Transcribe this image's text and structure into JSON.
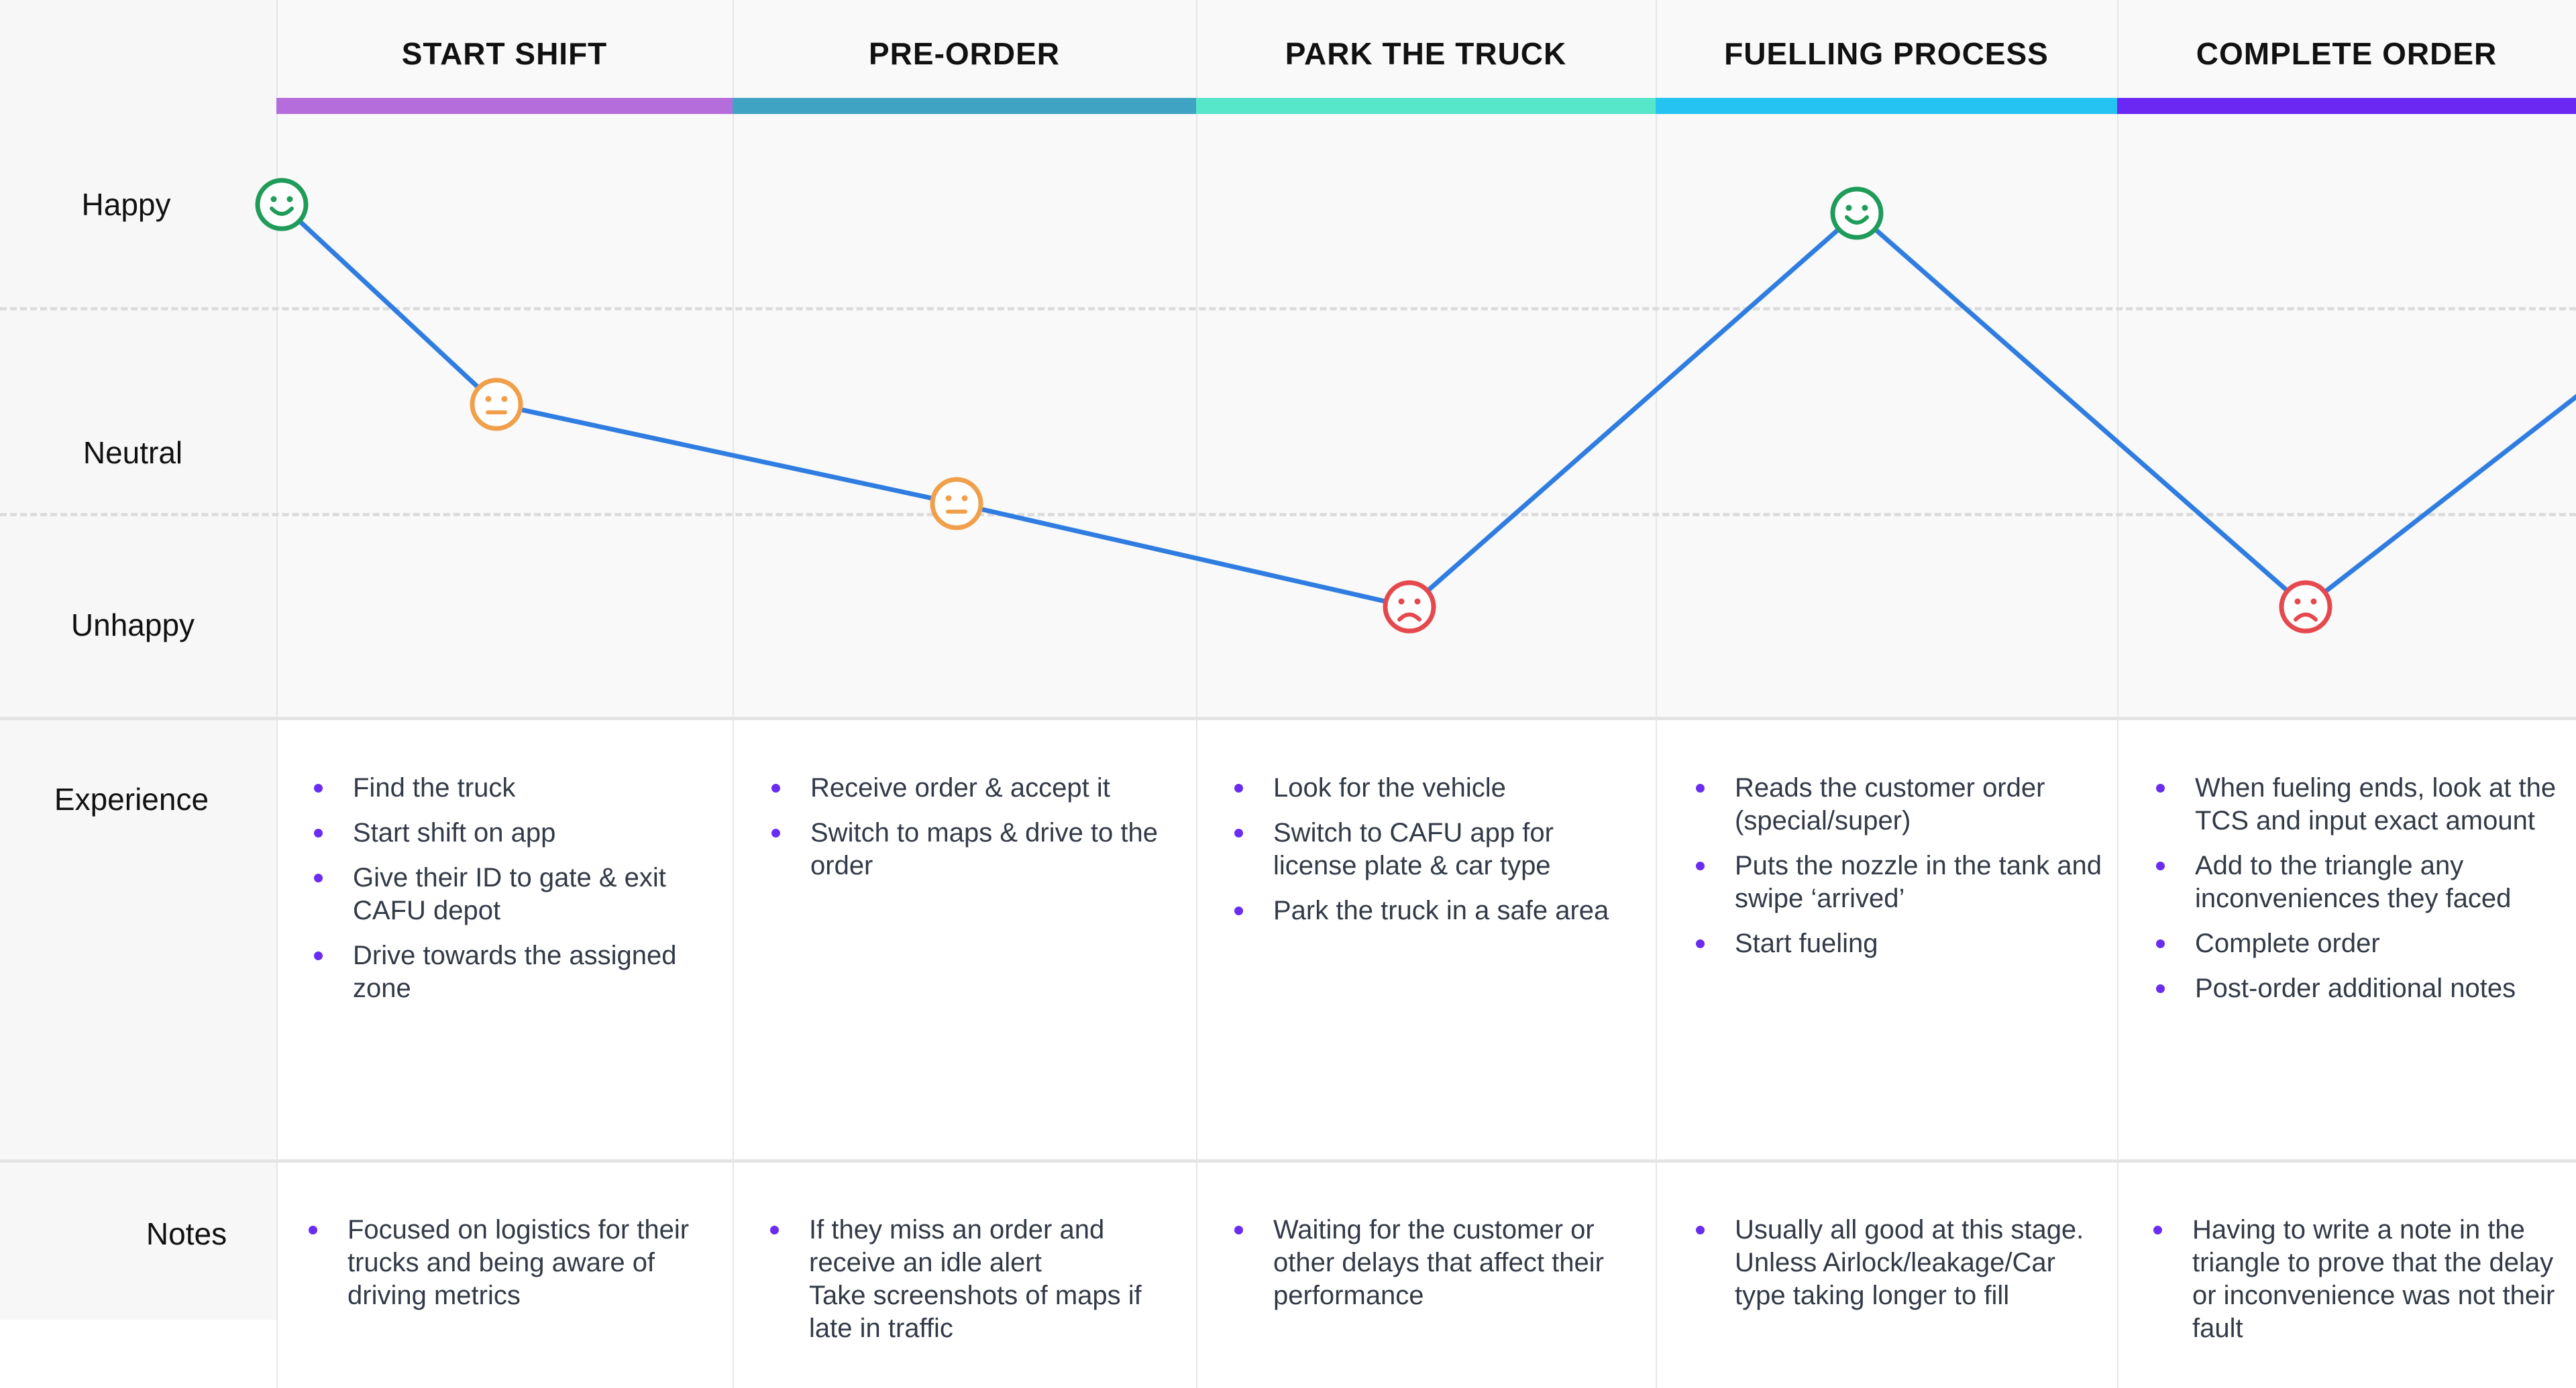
{
  "stages": [
    {
      "title": "START SHIFT",
      "color": "#b56ddb"
    },
    {
      "title": "PRE-ORDER",
      "color": "#3fa3c4"
    },
    {
      "title": "PARK THE TRUCK",
      "color": "#56e6c9"
    },
    {
      "title": "FUELLING PROCESS",
      "color": "#24c3f2"
    },
    {
      "title": "COMPLETE ORDER",
      "color": "#6b28f2"
    }
  ],
  "emotion_levels": {
    "happy": "Happy",
    "neutral": "Neutral",
    "unhappy": "Unhappy"
  },
  "row_labels": {
    "experience": "Experience",
    "notes": "Notes"
  },
  "journey": {
    "points": [
      {
        "mood": "happy",
        "color": "#1f9c59",
        "icon": "happy-face-icon"
      },
      {
        "mood": "neutral",
        "color": "#f0a04b",
        "icon": "neutral-face-icon"
      },
      {
        "mood": "neutral",
        "color": "#f0a04b",
        "icon": "neutral-face-icon"
      },
      {
        "mood": "unhappy",
        "color": "#e5484d",
        "icon": "sad-face-icon"
      },
      {
        "mood": "happy",
        "color": "#1f9c59",
        "icon": "happy-face-icon"
      },
      {
        "mood": "unhappy",
        "color": "#e5484d",
        "icon": "sad-face-icon"
      }
    ],
    "line_color": "#2f7de1"
  },
  "experience": [
    {
      "items": [
        "Find the truck",
        "Start shift on app",
        "Give their ID to gate & exit CAFU depot",
        "Drive towards the assigned zone"
      ]
    },
    {
      "items": [
        "Receive order & accept it",
        "Switch to maps & drive to the order"
      ]
    },
    {
      "items": [
        "Look for the vehicle",
        "Switch to CAFU app for license plate & car type",
        "Park the truck in a safe area"
      ]
    },
    {
      "items": [
        "Reads the customer order (special/super)",
        "Puts the nozzle in the tank and swipe ‘arrived’",
        "Start fueling"
      ]
    },
    {
      "items": [
        "When fueling ends, look at the TCS and input exact amount",
        "Add to the triangle any inconveniences they faced",
        "Complete order",
        "Post-order additional notes"
      ]
    }
  ],
  "notes": [
    {
      "items": [
        "Focused on logistics for their trucks and being aware of driving metrics"
      ]
    },
    {
      "items": [
        "If they miss an order and receive an idle alert\nTake screenshots of maps if late in traffic"
      ]
    },
    {
      "items": [
        "Waiting for the customer or other delays that affect their performance"
      ]
    },
    {
      "items": [
        "Usually all good at this stage. Unless Airlock/leakage/Car type taking longer to fill"
      ]
    },
    {
      "items": [
        "Having to write a note in the triangle to prove that the delay or inconvenience was not their fault"
      ]
    }
  ],
  "bullet_color": "#6a2cf0"
}
